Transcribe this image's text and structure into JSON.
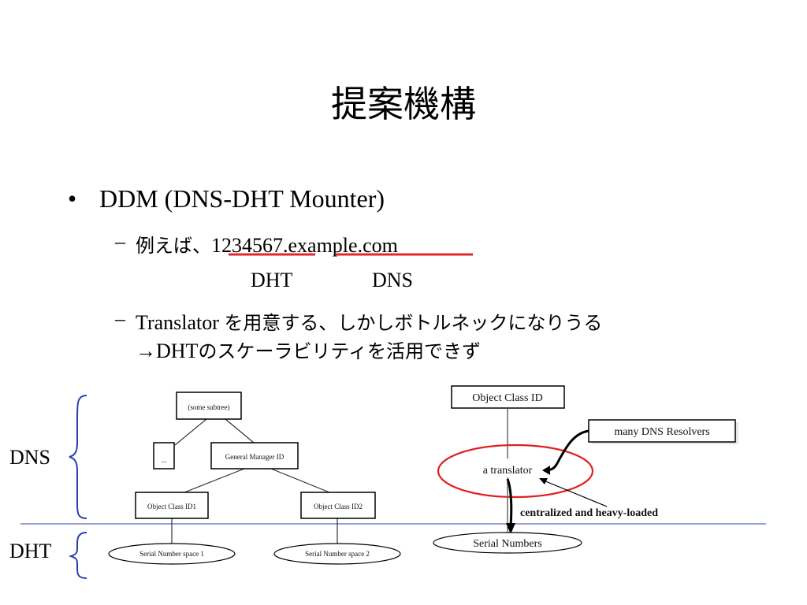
{
  "slide": {
    "title": "提案機構",
    "bullet": "DDM (DNS-DHT Mounter)",
    "example_prefix": "例えば、",
    "example_part1": "1234567",
    "example_dot": ".",
    "example_part2": "example.com",
    "under_label1": "DHT",
    "under_label2": "DNS",
    "translator_prefix": "Translator ",
    "translator_jp": "を用意する、しかしボトルネックになりうる",
    "arrow_prefix": "→DHT",
    "arrow_jp": "のスケーラビリティを活用できず",
    "dash": "–"
  },
  "diagram": {
    "left_label_dns": "DNS",
    "left_label_dht": "DHT",
    "tree": {
      "root": "(some subtree)",
      "ellipsis": "...",
      "manager": "General Manager ID",
      "class1": "Object Class ID1",
      "class2": "Object Class ID2",
      "space1": "Serial Number space 1",
      "space2": "Serial Number space 2"
    },
    "right": {
      "object_class": "Object Class ID",
      "resolvers": "many DNS Resolvers",
      "translator": "a translator",
      "note": "centralized and heavy-loaded",
      "serial": "Serial Numbers"
    }
  },
  "colors": {
    "underline_red": "#e0282a",
    "brace_blue": "#2b3fae",
    "divider_blue": "#3040b0",
    "ellipse_red": "#e02020"
  }
}
